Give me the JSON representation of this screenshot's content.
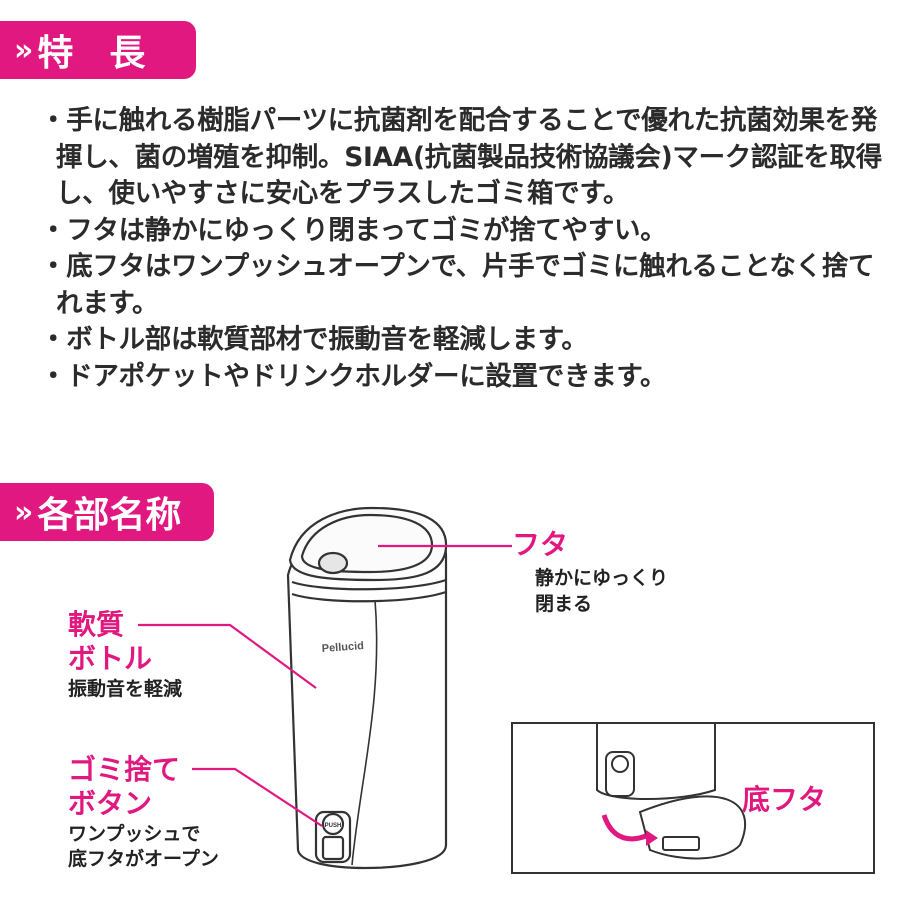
{
  "section_features": {
    "chevron": "»",
    "title": "特　長"
  },
  "features": [
    "・手に触れる樹脂パーツに抗菌剤を配合することで優れた抗菌効果を発揮し、菌の増殖を抑制。SIAA(抗菌製品技術協議会)マーク認証を取得し、使いやすさに安心をプラスしたゴミ箱です。",
    "・フタは静かにゆっくり閉まってゴミが捨てやすい。",
    "・底フタはワンプッシュオープンで、片手でゴミに触れることなく捨てれます。",
    "・ボトル部は軟質部材で振動音を軽減します。",
    "・ドアポケットやドリンクホルダーに設置できます。"
  ],
  "section_parts": {
    "chevron": "»",
    "title": "各部名称"
  },
  "product": {
    "brand": "Pellucid",
    "push": "PUSH"
  },
  "callouts": {
    "lid": {
      "title": "フタ",
      "desc1": "静かにゆっくり",
      "desc2": "閉まる"
    },
    "bottle": {
      "title1": "軟質",
      "title2": "ボトル",
      "desc": "振動音を軽減"
    },
    "button": {
      "title1": "ゴミ捨て",
      "title2": "ボタン",
      "desc1": "ワンプッシュで",
      "desc2": "底フタがオープン"
    },
    "bottom": {
      "title": "底フタ"
    }
  },
  "colors": {
    "accent": "#e0187f",
    "text": "#2b2b2b",
    "outline": "#333333"
  }
}
